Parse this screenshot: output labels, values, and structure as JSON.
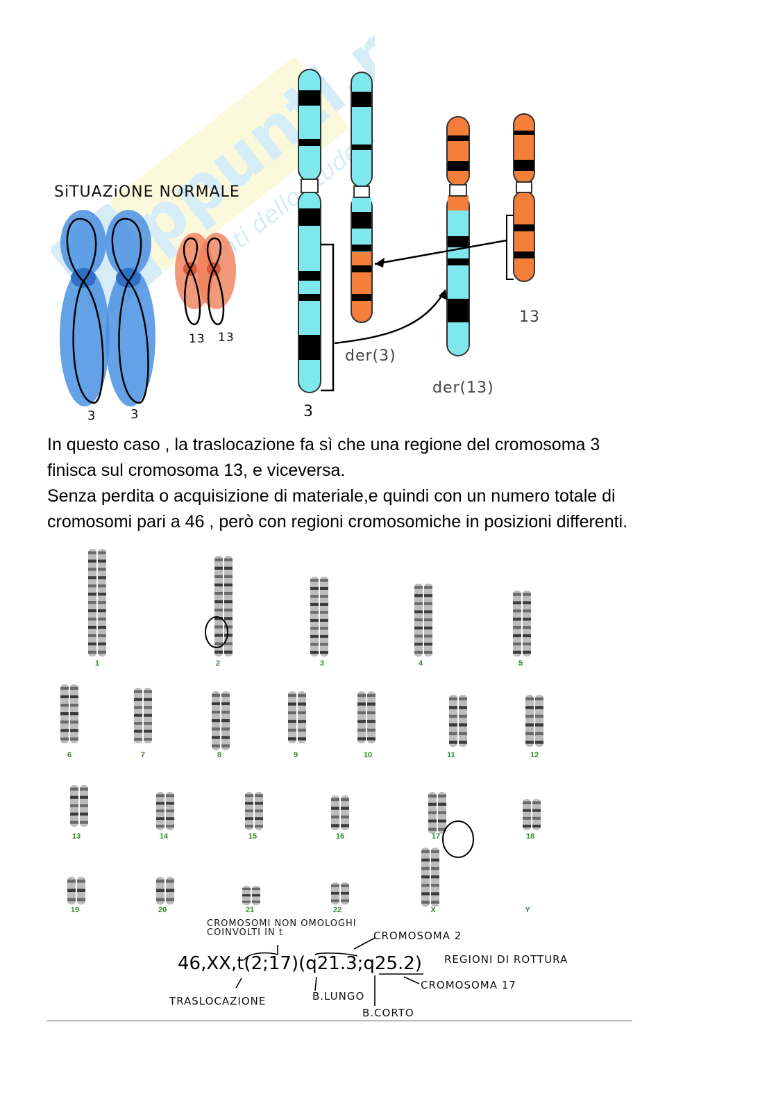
{
  "watermark": {
    "main": "ppunti.net",
    "sub": "appunti dello studente"
  },
  "normal_situation": {
    "title": "SiTUAZiONE NORMALE",
    "label_3a": "3",
    "label_3b": "3",
    "label_13a": "13",
    "label_13b": "13",
    "colors": {
      "chrom3": "#4a90e2",
      "chrom13": "#f0805a"
    }
  },
  "translocation_diagram": {
    "label_3": "3",
    "label_13": "13",
    "label_der3": "der(3)",
    "label_der13": "der(13)",
    "colors": {
      "cyan": "#7fe8ee",
      "orange": "#f57f3a",
      "band": "#000000"
    }
  },
  "paragraph_1": {
    "line_1": "In questo caso , la traslocazione fa sì che una regione del cromosoma 3",
    "line_2": "finisca sul cromosoma 13, e viceversa."
  },
  "paragraph_2": {
    "line_1": "Senza perdita o acquisizione di materiale,e quindi con un numero totale di",
    "line_2": "cromosomi pari a 46 , però con regioni cromosomiche in posizioni differenti."
  },
  "karyotype": {
    "labels": [
      "1",
      "2",
      "3",
      "4",
      "5",
      "6",
      "7",
      "8",
      "9",
      "10",
      "11",
      "12",
      "13",
      "14",
      "15",
      "16",
      "17",
      "18",
      "19",
      "20",
      "21",
      "22",
      "X",
      "Y"
    ],
    "label_color": "#2e8b2e"
  },
  "formula": {
    "text": "46,XX,t(2;17)(q21.3;q25.2)",
    "note_non_homologous": "CROMOSOMI NON OMOLOGHI COINVOLTI IN t",
    "note_chr2": "CROMOSOMA 2",
    "note_breaks": "REGIONI DI ROTTURA",
    "note_chr17": "CROMOSOMA 17",
    "note_translocation": "TRASLOCAZIONE",
    "note_long_arm": "B.LUNGO",
    "note_short_arm": "B.CORTO"
  }
}
